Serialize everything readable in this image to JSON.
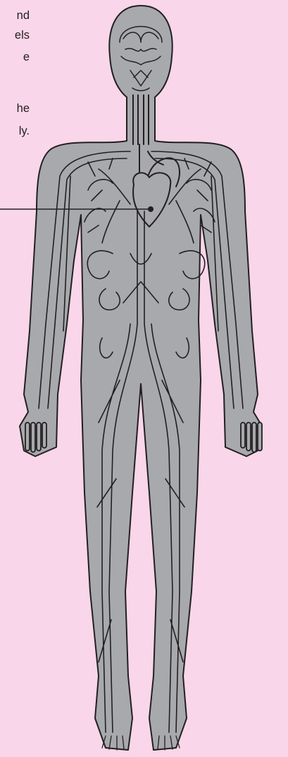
{
  "caption_fragments": [
    "nd",
    "els",
    "e",
    "he",
    "ly."
  ],
  "colors": {
    "background": "#f9d6ea",
    "body_fill": "#a7a9ac",
    "vessel_stroke": "#231f20",
    "text": "#231f20"
  },
  "icons": [
    "human-body-silhouette",
    "heart",
    "leader-line",
    "leader-dot"
  ]
}
